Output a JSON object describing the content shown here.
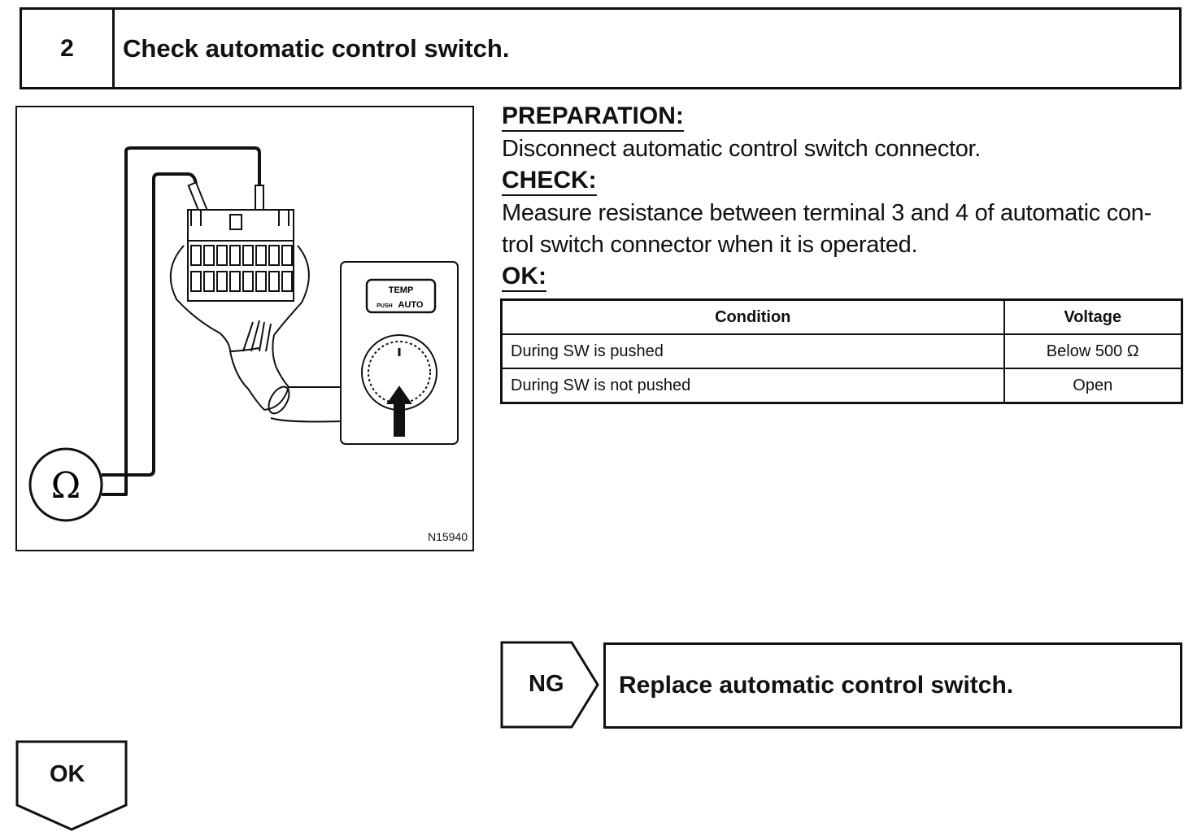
{
  "step": {
    "number": "2",
    "title": "Check automatic control switch."
  },
  "figure": {
    "id": "N15940",
    "meter_symbol": "Ω",
    "switch_label_top": "TEMP",
    "switch_label_bottom_small": "PUSH",
    "switch_label_bottom": "AUTO"
  },
  "preparation": {
    "heading": "PREPARATION:",
    "text": "Disconnect automatic control switch connector."
  },
  "check": {
    "heading": "CHECK:",
    "line1": "Measure resistance between terminal 3 and 4 of automatic con-",
    "line2": "trol switch connector when it is operated."
  },
  "ok_section": {
    "heading": "OK:"
  },
  "spec_table": {
    "headers": [
      "Condition",
      "Voltage"
    ],
    "rows": [
      [
        "During SW is pushed",
        "Below 500 Ω"
      ],
      [
        "During SW is not pushed",
        "Open"
      ]
    ]
  },
  "ng": {
    "label": "NG",
    "action": "Replace automatic control switch."
  },
  "ok": {
    "label": "OK"
  }
}
